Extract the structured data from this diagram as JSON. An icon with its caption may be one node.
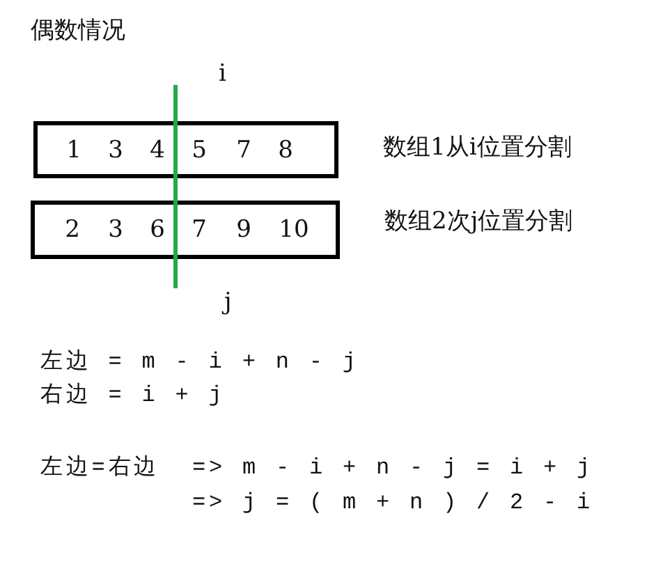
{
  "diagram": {
    "title": "偶数情况",
    "nodes": [
      {
        "text": [
          "1",
          "3",
          "4",
          "5",
          "7",
          "8"
        ],
        "beside": [
          "数组1从i位置分割"
        ]
      },
      {
        "text": [
          "2",
          "3",
          "6",
          "7",
          "9",
          "10"
        ],
        "beside": [
          "数组2次j位置分割"
        ]
      }
    ],
    "edges": [],
    "labels": [
      "i",
      "j",
      "左边 = m - i + n - j",
      "右边 = i + j",
      "左边=右边",
      "=> m - i + n - j = i + j",
      "=> j = ( m + n ) / 2 - i"
    ]
  }
}
